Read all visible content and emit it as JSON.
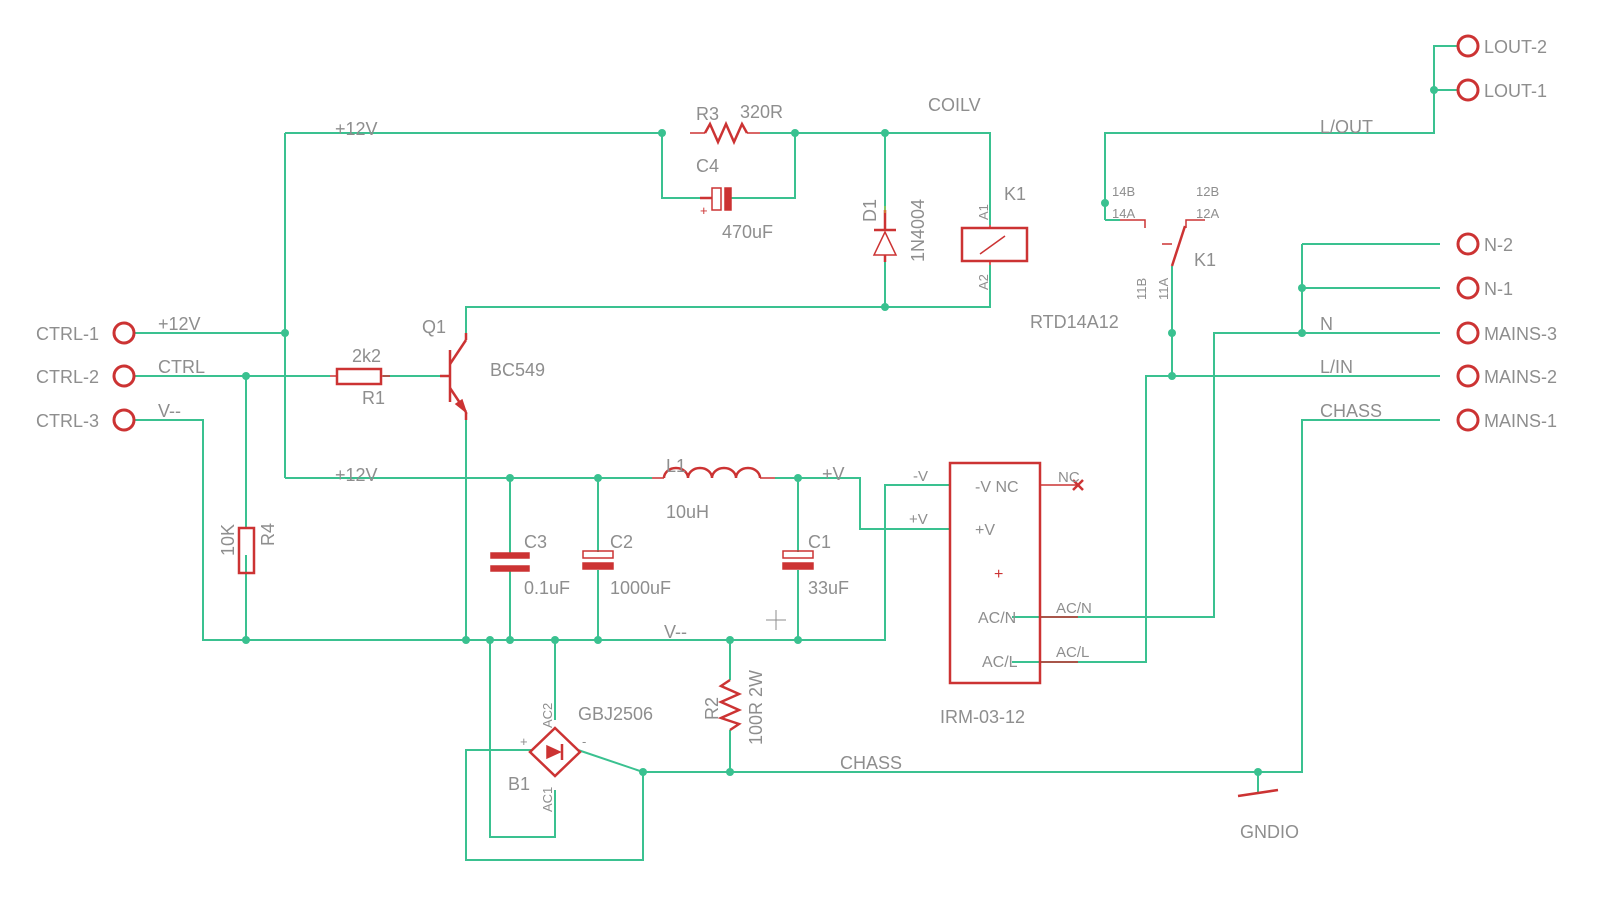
{
  "connectors": {
    "ctrl_1": "CTRL-1",
    "ctrl_2": "CTRL-2",
    "ctrl_3": "CTRL-3",
    "lout_2": "LOUT-2",
    "lout_1": "LOUT-1",
    "n_2": "N-2",
    "n_1": "N-1",
    "mains_3": "MAINS-3",
    "mains_2": "MAINS-2",
    "mains_1": "MAINS-1"
  },
  "nets": {
    "plus12v": "+12V",
    "ctrl": "CTRL",
    "vminus": "V--",
    "coilv": "COILV",
    "plusv": "+V",
    "minusv": "-V",
    "lout": "L/OUT",
    "n": "N",
    "lin": "L/IN",
    "chass": "CHASS",
    "ac_n": "AC/N",
    "ac_l": "AC/L",
    "nc": "NC"
  },
  "components": {
    "r3": {
      "name": "R3",
      "value": "320R"
    },
    "c4": {
      "name": "C4",
      "value": "470uF"
    },
    "d1": {
      "name": "D1",
      "value": "1N4004"
    },
    "k1": {
      "name": "K1",
      "value": "RTD14A12",
      "pin_a1": "A1",
      "pin_a2": "A2",
      "pin_14b": "14B",
      "pin_14a": "14A",
      "pin_12b": "12B",
      "pin_12a": "12A",
      "pin_11b": "11B",
      "pin_11a": "11A",
      "switch_label": "K1"
    },
    "q1": {
      "name": "Q1",
      "value": "BC549"
    },
    "r1": {
      "name": "R1",
      "value": "2k2"
    },
    "r4": {
      "name": "R4",
      "value": "10K"
    },
    "l1": {
      "name": "L1",
      "value": "10uH"
    },
    "c3": {
      "name": "C3",
      "value": "0.1uF"
    },
    "c2": {
      "name": "C2",
      "value": "1000uF"
    },
    "c1": {
      "name": "C1",
      "value": "33uF"
    },
    "r2": {
      "name": "R2",
      "value": "100R 2W"
    },
    "b1": {
      "name": "B1",
      "value": "GBJ2506",
      "pin_ac2": "AC2",
      "pin_ac1": "AC1",
      "pin_plus": "+",
      "pin_minus": "-"
    },
    "psu": {
      "value": "IRM-03-12",
      "pin_vnc": "-V NC",
      "pin_pv": "+V",
      "pin_plus": "+",
      "pin_acn": "AC/N",
      "pin_acl": "AC/L"
    },
    "gnd": {
      "name": "GNDIO"
    }
  },
  "colors": {
    "wire": "#3ac190",
    "symbol": "#cc3333",
    "label": "#8e8e8e"
  }
}
